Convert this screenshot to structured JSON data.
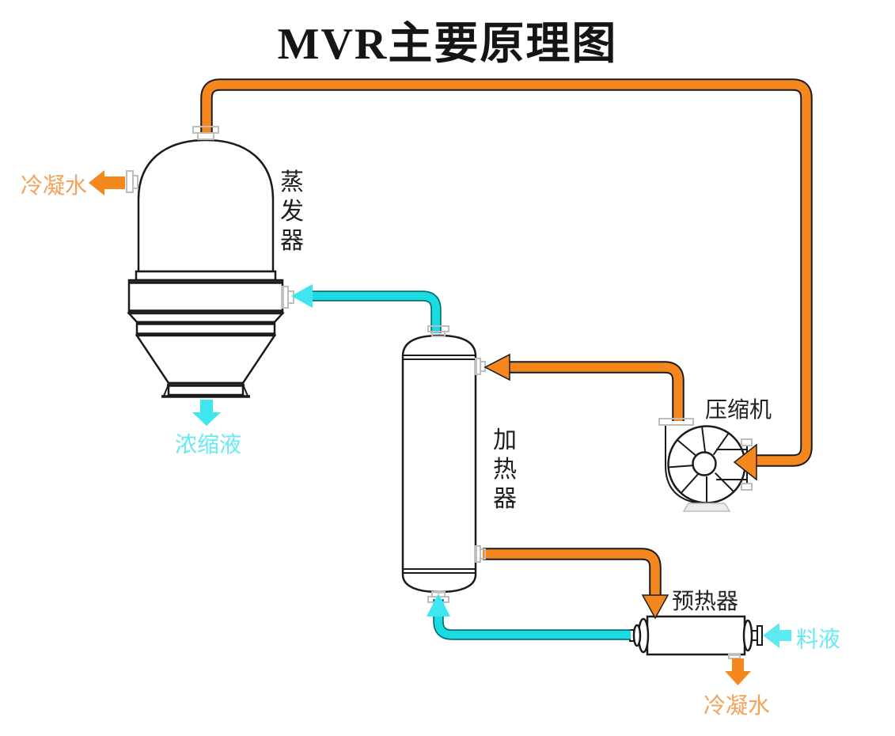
{
  "title": "MVR主要原理图",
  "components": {
    "evaporator": {
      "label": "蒸发器"
    },
    "heater": {
      "label": "加热器"
    },
    "compressor": {
      "label": "压缩机"
    },
    "preheater": {
      "label": "预热器"
    }
  },
  "streams": {
    "condensate_evaporator": {
      "label": "冷凝水",
      "direction": "left",
      "color": "#F2A259"
    },
    "concentrate": {
      "label": "浓缩液",
      "direction": "down",
      "color": "#66EAF2"
    },
    "feed": {
      "label": "料液",
      "direction": "left",
      "color": "#66EAF2"
    },
    "condensate_preheater": {
      "label": "冷凝水",
      "direction": "down",
      "color": "#F2A259"
    }
  },
  "colors": {
    "pipe_orange": "#F5871F",
    "pipe_cyan": "#19DCE3",
    "arrow_cyan": "#3FE6ED",
    "feed_arrow_cyan": "#5CE9F2",
    "text_orange": "#F2A259",
    "text_cyan": "#66EAF2",
    "line_dark": "#1B1B1B",
    "flange_gray": "#BDBDBD"
  }
}
